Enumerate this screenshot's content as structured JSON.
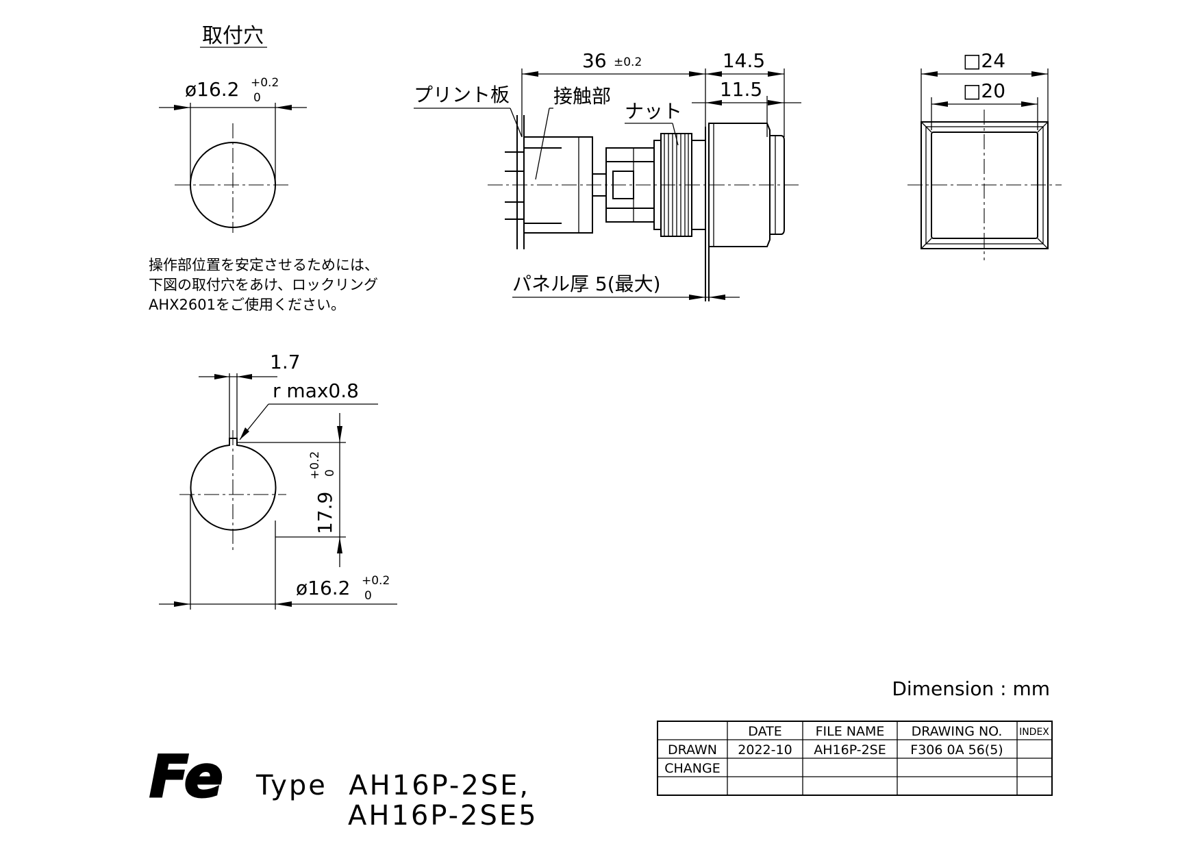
{
  "mounting_hole": {
    "title": "取付穴",
    "diameter": "ø16.2",
    "tol_plus": "+0.2",
    "tol_minus": "0"
  },
  "note_lines": [
    "操作部位置を安定させるためには、",
    "下図の取付穴をあけ、ロックリング",
    "AHX2601をご使用ください。"
  ],
  "keyed_hole": {
    "key_width": "1.7",
    "radius": "r max0.8",
    "height": "17.9",
    "height_tol_plus": "+0.2",
    "height_tol_minus": "0",
    "diameter": "ø16.2",
    "tol_plus": "+0.2",
    "tol_minus": "0"
  },
  "side_view": {
    "overall_length": "36",
    "overall_tol": "±0.2",
    "dim_front": "14.5",
    "dim_bezel": "11.5",
    "label_pcb": "プリント板",
    "label_contact": "接触部",
    "label_nut": "ナット",
    "panel_thickness": "パネル厚 5(最大)"
  },
  "front_view": {
    "outer": "□24",
    "inner": "□20"
  },
  "units": "Dimension : mm",
  "title_block": {
    "headers": [
      "",
      "DATE",
      "FILE NAME",
      "DRAWING NO.",
      "INDEX"
    ],
    "rows": [
      [
        "DRAWN",
        "2022-10",
        "AH16P-2SE",
        "F306 0A 56(5)",
        ""
      ],
      [
        "CHANGE",
        "",
        "",
        "",
        ""
      ],
      [
        "",
        "",
        "",
        "",
        ""
      ]
    ]
  },
  "logo_text": "Fe",
  "type_line1": "Type  AH16P-2SE,",
  "type_line2": "AH16P-2SE5"
}
